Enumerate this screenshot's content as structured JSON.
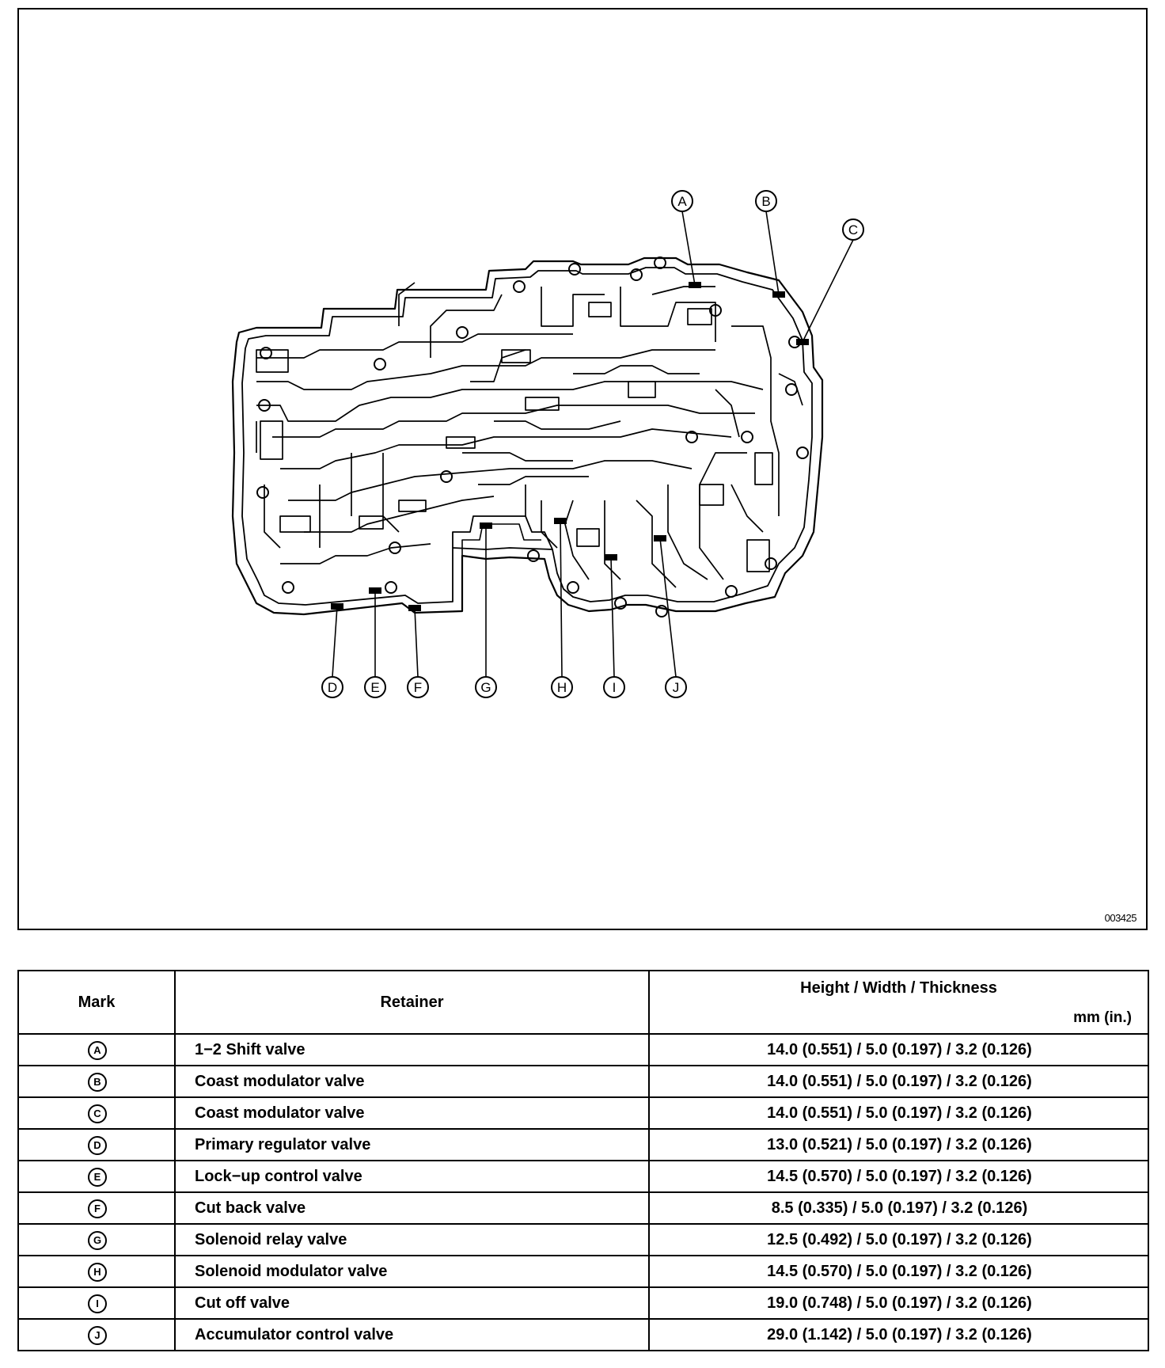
{
  "figure": {
    "code": "003425",
    "callouts": [
      "A",
      "B",
      "C",
      "D",
      "E",
      "F",
      "G",
      "H",
      "I",
      "J"
    ]
  },
  "table": {
    "headers": {
      "mark": "Mark",
      "retainer": "Retainer",
      "dimensions": "Height / Width / Thickness",
      "unit": "mm (in.)"
    },
    "rows": [
      {
        "mark": "A",
        "retainer": "1−2 Shift valve",
        "dimensions": "14.0 (0.551) / 5.0 (0.197) / 3.2 (0.126)"
      },
      {
        "mark": "B",
        "retainer": "Coast modulator valve",
        "dimensions": "14.0 (0.551) / 5.0 (0.197) / 3.2 (0.126)"
      },
      {
        "mark": "C",
        "retainer": "Coast modulator valve",
        "dimensions": "14.0 (0.551) / 5.0 (0.197) / 3.2 (0.126)"
      },
      {
        "mark": "D",
        "retainer": "Primary regulator valve",
        "dimensions": "13.0 (0.521) / 5.0 (0.197) / 3.2 (0.126)"
      },
      {
        "mark": "E",
        "retainer": "Lock−up control valve",
        "dimensions": "14.5 (0.570) / 5.0 (0.197) / 3.2 (0.126)"
      },
      {
        "mark": "F",
        "retainer": "Cut back valve",
        "dimensions": "8.5 (0.335) / 5.0 (0.197) / 3.2 (0.126)"
      },
      {
        "mark": "G",
        "retainer": "Solenoid relay valve",
        "dimensions": "12.5 (0.492) / 5.0 (0.197) / 3.2 (0.126)"
      },
      {
        "mark": "H",
        "retainer": "Solenoid modulator valve",
        "dimensions": "14.5 (0.570) / 5.0 (0.197) / 3.2 (0.126)"
      },
      {
        "mark": "I",
        "retainer": "Cut off valve",
        "dimensions": "19.0 (0.748) / 5.0 (0.197) / 3.2 (0.126)"
      },
      {
        "mark": "J",
        "retainer": "Accumulator control valve",
        "dimensions": "29.0 (1.142) / 5.0 (0.197) / 3.2 (0.126)"
      }
    ]
  }
}
